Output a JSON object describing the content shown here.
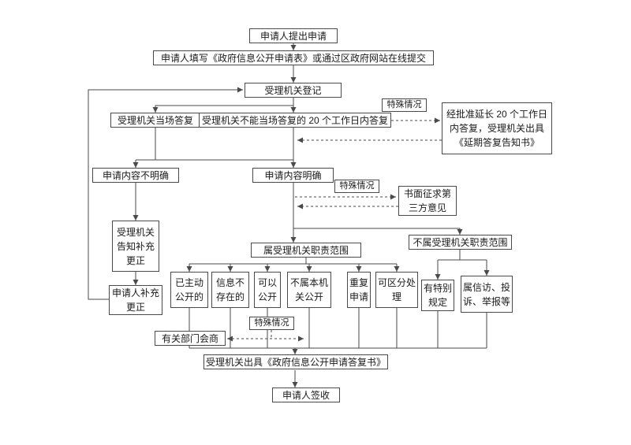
{
  "colors": {
    "line": "#4a4a4a",
    "box_border": "#4a4a4a",
    "text": "#1a1a1a",
    "background": "#ffffff"
  },
  "nodes": {
    "submit": {
      "label": "申请人提出申请"
    },
    "fill_form": {
      "label": "申请人填写《政府信息公开申请表》或通过区政府网站在线提交"
    },
    "register": {
      "label": "受理机关登记"
    },
    "special_case_1": {
      "label": "特殊情况"
    },
    "onspot_reply": {
      "label": "受理机关当场答复"
    },
    "reply_20days": {
      "label": "受理机关不能当场答复的 20 个工作日内答复"
    },
    "extension": {
      "label": "经批准延长 20 个工作日内答复，受理机关出具《延期答复告知书》"
    },
    "content_unclear": {
      "label": "申请内容不明确"
    },
    "content_clear": {
      "label": "申请内容明确"
    },
    "special_case_2": {
      "label": "特殊情况"
    },
    "third_party": {
      "label": "书面征求第三方意见"
    },
    "notify_supplement": {
      "label": "受理机关告知补充更正"
    },
    "in_scope": {
      "label": "属受理机关职责范围"
    },
    "out_scope": {
      "label": "不属受理机关职责范围"
    },
    "applicant_supplement": {
      "label": "申请人补充更正"
    },
    "already_public": {
      "label": "已主动公开的"
    },
    "info_not_exist": {
      "label": "信息不存在的"
    },
    "can_public": {
      "label": "可以公开"
    },
    "not_this_org": {
      "label": "不属本机关公开"
    },
    "repeat_apply": {
      "label": "重复申请"
    },
    "separable": {
      "label": "可区分处理"
    },
    "special_rule": {
      "label": "有特别规定"
    },
    "petition": {
      "label": "属信访、投诉、举报等"
    },
    "special_case_3": {
      "label": "特殊情况"
    },
    "dept_consult": {
      "label": "有关部门会商"
    },
    "reply_doc": {
      "label": "受理机关出具《政府信息公开申请答复书》"
    },
    "sign_receipt": {
      "label": "申请人签收"
    }
  }
}
